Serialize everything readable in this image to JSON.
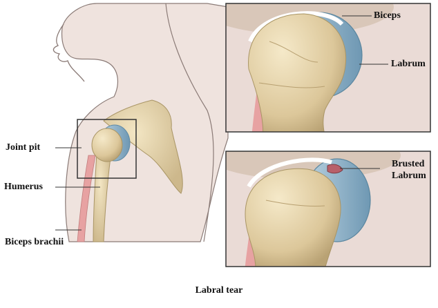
{
  "labels": {
    "joint_pit": "Joint pit",
    "humerus": "Humerus",
    "biceps_brachii": "Biceps brachii",
    "biceps": "Biceps",
    "labrum": "Labrum",
    "brusted": "Brusted",
    "labrum_torn": "Labrum"
  },
  "caption": "Labral tear",
  "colors": {
    "skin": "#efe3de",
    "outline": "#7a6a66",
    "bone": "#e9d8b0",
    "bone_shade": "#c9b488",
    "labrum": "#8fb3c9",
    "tendon": "#e7a2a2",
    "tear": "#b8606a"
  }
}
